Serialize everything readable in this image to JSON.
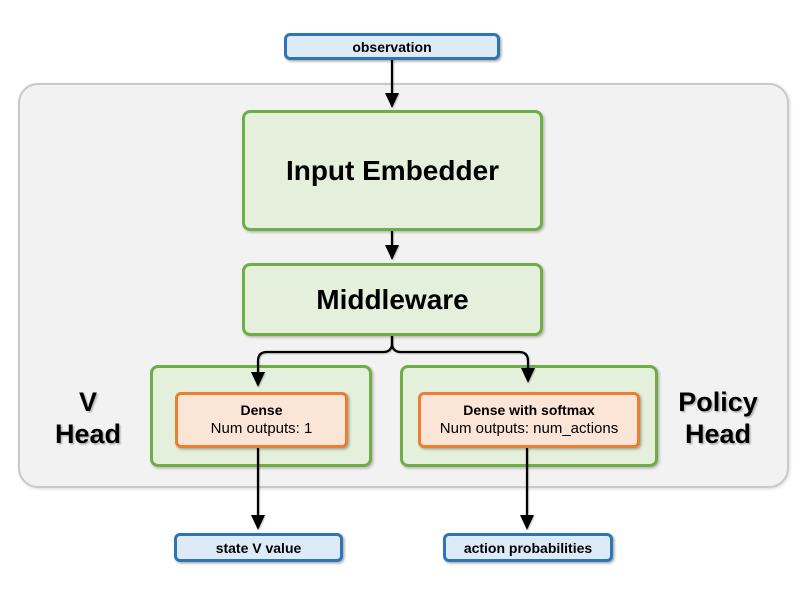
{
  "nodes": {
    "observation": {
      "label": "observation"
    },
    "input_embedder": {
      "label": "Input Embedder"
    },
    "middleware": {
      "label": "Middleware"
    },
    "v_head": {
      "title_line1": "V",
      "title_line2": "Head"
    },
    "policy_head": {
      "title_line1": "Policy",
      "title_line2": "Head"
    },
    "v_dense": {
      "title": "Dense",
      "subtitle": "Num outputs: 1"
    },
    "policy_dense": {
      "title": "Dense with softmax",
      "subtitle": "Num outputs: num_actions"
    },
    "state_v_value": {
      "label": "state V value"
    },
    "action_probabilities": {
      "label": "action probabilities"
    }
  },
  "colors": {
    "io_box_border": "#2e75b6",
    "io_box_fill": "#dcebf7",
    "green_box_border": "#70ad47",
    "green_box_fill": "#e4f0dc",
    "orange_box_border": "#ed7d31",
    "orange_box_fill": "#fbe5d6",
    "container_fill": "#f2f2f2",
    "container_border": "#c9c9c9",
    "arrow": "#000000",
    "text": "#000000"
  }
}
